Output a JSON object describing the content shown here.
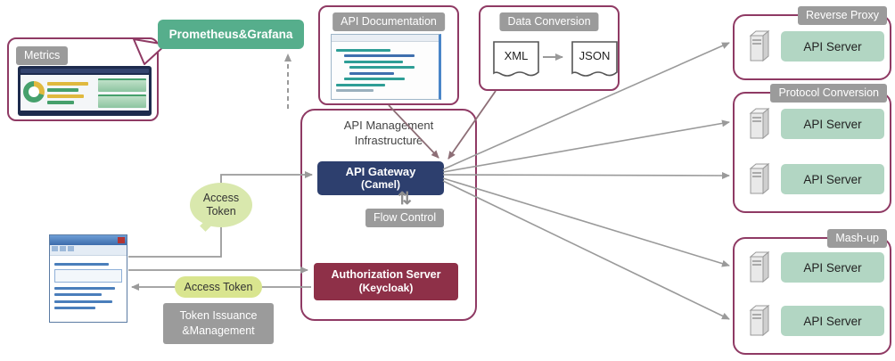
{
  "colors": {
    "outline": "#8f3a64",
    "monitor_green": "#56ae8c",
    "server_green": "#b2d6c3",
    "label_gray": "#9b9b9b",
    "gateway_navy": "#2d3f6e",
    "auth_maroon": "#8e3048",
    "token_green": "#d9e58f",
    "arrow_gray": "#9a9a9a"
  },
  "metrics": {
    "label": "Metrics"
  },
  "monitoring": {
    "label": "Prometheus&Grafana"
  },
  "api_documentation": {
    "label": "API Documentation"
  },
  "data_conversion": {
    "label": "Data Conversion",
    "source_format": "XML",
    "target_format": "JSON"
  },
  "infrastructure": {
    "title_line1": "API Management",
    "title_line2": "Infrastructure",
    "gateway_line1": "API Gateway",
    "gateway_line2": "(Camel)",
    "flow_control_label": "Flow Control",
    "auth_line1": "Authorization Server",
    "auth_line2": "(Keycloak)"
  },
  "tokens": {
    "callout_line1": "Access",
    "callout_line2": "Token",
    "label": "Access Token",
    "issuance_line1": "Token Issuance",
    "issuance_line2": "&Management"
  },
  "server_groups": [
    {
      "label": "Reverse Proxy",
      "servers": [
        "API Server"
      ]
    },
    {
      "label": "Protocol Conversion",
      "servers": [
        "API Server",
        "API Server"
      ]
    },
    {
      "label": "Mash-up",
      "servers": [
        "API Server",
        "API Server"
      ]
    }
  ]
}
